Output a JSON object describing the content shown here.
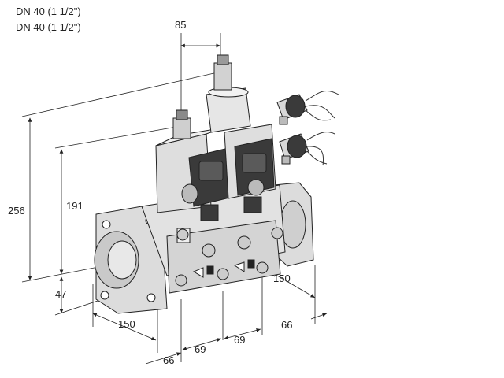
{
  "header": {
    "line1": "DN 40 (1 1/2\")",
    "line2": "DN 40 (1 1/2\")"
  },
  "dimensions": {
    "top_offset": "85",
    "total_height": "256",
    "mid_height": "191",
    "base_height": "47",
    "left_depth": "150",
    "right_depth": "150",
    "right_offset": "66",
    "bottom_offset": "66",
    "spacing_1": "69",
    "spacing_2": "69"
  },
  "colors": {
    "line": "#222222",
    "body": "#d9d9d9",
    "dark": "#3a3a3a",
    "metal": "#b8b8b8"
  }
}
